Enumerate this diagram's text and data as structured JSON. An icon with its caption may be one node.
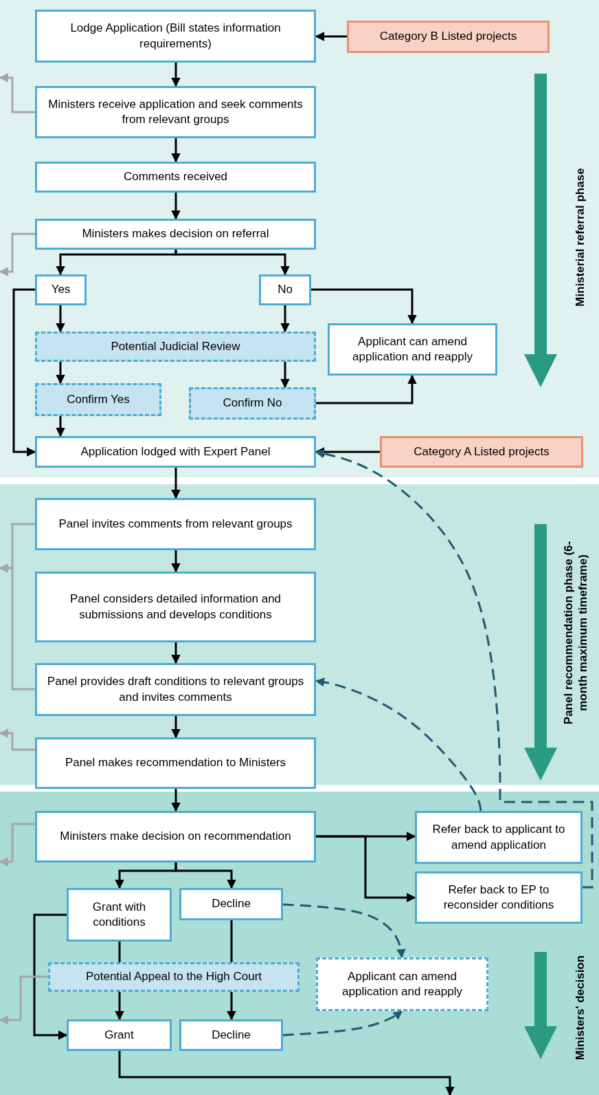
{
  "diagram": {
    "nodes": [
      {
        "text": [
          "Lodge Application (Bill states information requirements)"
        ]
      },
      {
        "text": [
          "Category B Listed projects"
        ]
      },
      {
        "text": [
          "Ministers receive application and seek comments from relevant groups"
        ]
      },
      {
        "text": [
          "Comments received"
        ]
      },
      {
        "text": [
          "Ministers makes decision on referral"
        ]
      },
      {
        "text": [
          "Yes"
        ]
      },
      {
        "text": [
          "No"
        ]
      },
      {
        "text": [
          "Potential Judicial Review"
        ]
      },
      {
        "text": [
          "Applicant can amend application and reapply"
        ]
      },
      {
        "text": [
          "Confirm Yes"
        ]
      },
      {
        "text": [
          "Confirm No"
        ]
      },
      {
        "text": [
          "Application lodged with Expert Panel"
        ]
      },
      {
        "text": [
          "Category A Listed projects"
        ]
      },
      {
        "text": [
          "Panel invites comments from relevant groups"
        ]
      },
      {
        "text": [
          "Panel considers detailed information and submissions and develops conditions"
        ]
      },
      {
        "text": [
          "Panel provides draft conditions to relevant groups and invites comments"
        ]
      },
      {
        "text": [
          "Panel makes recommendation to Ministers"
        ]
      },
      {
        "text": [
          "Ministers make decision on recommendation"
        ]
      },
      {
        "text": [
          "Refer back to applicant to amend application"
        ]
      },
      {
        "text": [
          "Refer back to EP to reconsider conditions"
        ]
      },
      {
        "text": [
          "Grant with conditions"
        ]
      },
      {
        "text": [
          "Decline"
        ]
      },
      {
        "text": [
          "Potential Appeal to the High Court"
        ]
      },
      {
        "text": [
          "Applicant can amend application and reapply"
        ]
      },
      {
        "text": [
          "Grant"
        ]
      },
      {
        "text": [
          "Decline"
        ]
      }
    ],
    "edges": [
      {
        "from": 1,
        "to": 0,
        "arrow": "to"
      },
      {
        "from": 0,
        "to": 2,
        "arrow": "to"
      },
      {
        "from": 2,
        "to": 3,
        "arrow": "to"
      },
      {
        "from": 3,
        "to": 4,
        "arrow": "to"
      },
      {
        "from": 4,
        "to": 5,
        "arrow": "to"
      },
      {
        "from": 4,
        "to": 6,
        "arrow": "to"
      },
      {
        "from": 5,
        "to": 7,
        "arrow": "to"
      },
      {
        "from": 6,
        "to": 7,
        "arrow": "to"
      },
      {
        "from": 6,
        "to": 8,
        "arrow": "to"
      },
      {
        "from": 7,
        "to": 9,
        "arrow": "to"
      },
      {
        "from": 7,
        "to": 10,
        "arrow": "to"
      },
      {
        "from": 10,
        "to": 8,
        "arrow": "to"
      },
      {
        "from": 9,
        "to": 11,
        "arrow": "to"
      },
      {
        "from": 5,
        "to": 11,
        "arrow": "to"
      },
      {
        "from": 12,
        "to": 11,
        "arrow": "to"
      },
      {
        "from": 11,
        "to": 13,
        "arrow": "to"
      },
      {
        "from": 13,
        "to": 14,
        "arrow": "to"
      },
      {
        "from": 14,
        "to": 15,
        "arrow": "to"
      },
      {
        "from": 15,
        "to": 16,
        "arrow": "to"
      },
      {
        "from": 16,
        "to": 17,
        "arrow": "to"
      },
      {
        "from": 17,
        "to": 18,
        "arrow": "to"
      },
      {
        "from": 17,
        "to": 19,
        "arrow": "to"
      },
      {
        "from": 17,
        "to": 20,
        "arrow": "to"
      },
      {
        "from": 17,
        "to": 21,
        "arrow": "to"
      },
      {
        "from": 20,
        "to": 22,
        "arrow": "none"
      },
      {
        "from": 21,
        "to": 22,
        "arrow": "none"
      },
      {
        "from": 22,
        "to": 24,
        "arrow": "to"
      },
      {
        "from": 22,
        "to": 25,
        "arrow": "to"
      },
      {
        "from": 20,
        "to": 24,
        "arrow": "to"
      },
      {
        "from": 21,
        "to": 23,
        "arrow": "to",
        "style": "dashed",
        "color": "#1f5a74"
      },
      {
        "from": 25,
        "to": 23,
        "arrow": "to",
        "style": "dashed",
        "color": "#1f5a74"
      },
      {
        "from": 18,
        "to": 15,
        "arrow": "to",
        "style": "dashed",
        "color": "#1f5a74"
      },
      {
        "from": 19,
        "to": 11,
        "arrow": "to",
        "style": "dashed",
        "color": "#1f5a74"
      },
      {
        "from": 24,
        "to": null,
        "arrow": "to"
      },
      {
        "from": 2,
        "to": null,
        "arrow": "to",
        "color": "#a6a6a6"
      },
      {
        "from": 4,
        "to": null,
        "arrow": "to",
        "color": "#a6a6a6"
      },
      {
        "from": 13,
        "to": null,
        "arrow": "to",
        "color": "#a6a6a6"
      },
      {
        "from": 15,
        "to": null,
        "arrow": "to",
        "color": "#a6a6a6"
      },
      {
        "from": 16,
        "to": null,
        "arrow": "to",
        "color": "#a6a6a6"
      },
      {
        "from": 17,
        "to": null,
        "arrow": "to",
        "color": "#a6a6a6"
      },
      {
        "from": 22,
        "to": null,
        "arrow": "to",
        "color": "#a6a6a6"
      }
    ],
    "labels": [
      "Ministerial referral phase",
      "Panel recommendation phase (6-month maximum timeframe)",
      "Ministers' decision"
    ]
  }
}
